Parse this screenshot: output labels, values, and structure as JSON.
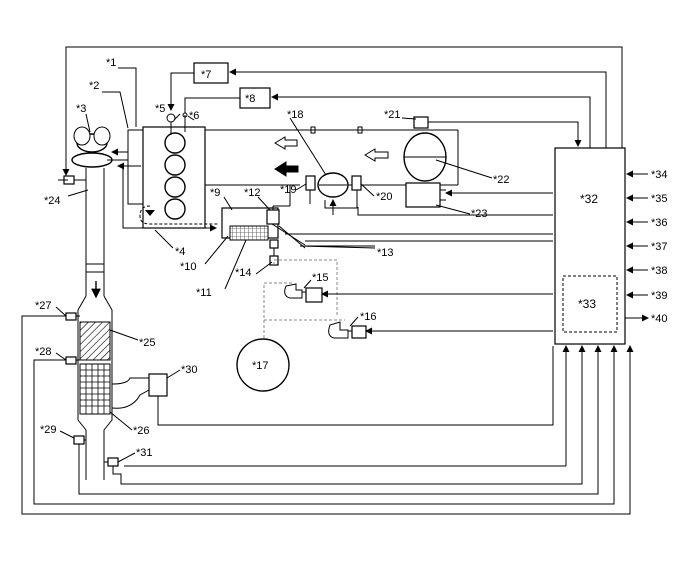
{
  "labels": {
    "l1": "*1",
    "l2": "*2",
    "l3": "*3",
    "l4": "*4",
    "l5": "*5",
    "l6": "*6",
    "l7": "*7",
    "l8": "*8",
    "l9": "*9",
    "l10": "*10",
    "l11": "*11",
    "l12": "*12",
    "l13": "*13",
    "l14": "*14",
    "l15": "*15",
    "l16": "*16",
    "l17": "*17",
    "l18": "*18",
    "l19": "*19",
    "l20": "*20",
    "l21": "*21",
    "l22": "*22",
    "l23": "*23",
    "l24": "*24",
    "l25": "*25",
    "l26": "*26",
    "l27": "*27",
    "l28": "*28",
    "l29": "*29",
    "l30": "*30",
    "l31": "*31",
    "l32": "*32",
    "l33": "*33",
    "l34": "*34",
    "l35": "*35",
    "l36": "*36",
    "l37": "*37",
    "l38": "*38",
    "l39": "*39",
    "l40": "*40"
  }
}
